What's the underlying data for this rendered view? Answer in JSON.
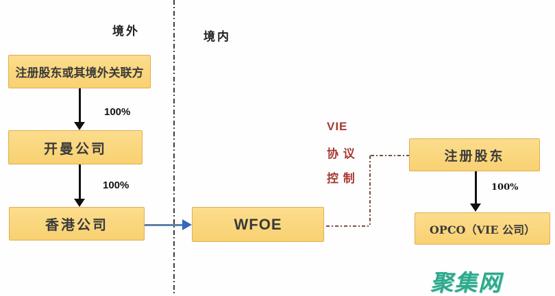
{
  "regions": {
    "overseas": "境外",
    "domestic": "境内"
  },
  "boxes": {
    "overseas_shareholders": "注册股东或其境外关联方",
    "cayman": "开曼公司",
    "hongkong": "香港公司",
    "wfoe": "WFOE",
    "registered_shareholders": "注册股东",
    "opco": "OPCO（VIE 公司）"
  },
  "edges": {
    "pct_shareholders_to_cayman": "100%",
    "pct_cayman_to_hongkong": "100%",
    "pct_shareholders_to_opco": "100%"
  },
  "vie_note": {
    "line1": "VIE",
    "line2": "协 议",
    "line3": "控 制"
  },
  "watermark": "聚集网",
  "colors": {
    "box_fill": "#F8D171",
    "box_border": "#E2AC54",
    "note_red": "#A63A32",
    "arrow_blue": "#3566C1",
    "divider_dark": "#3B3B3B",
    "watermark_teal": "#2FA98C"
  }
}
